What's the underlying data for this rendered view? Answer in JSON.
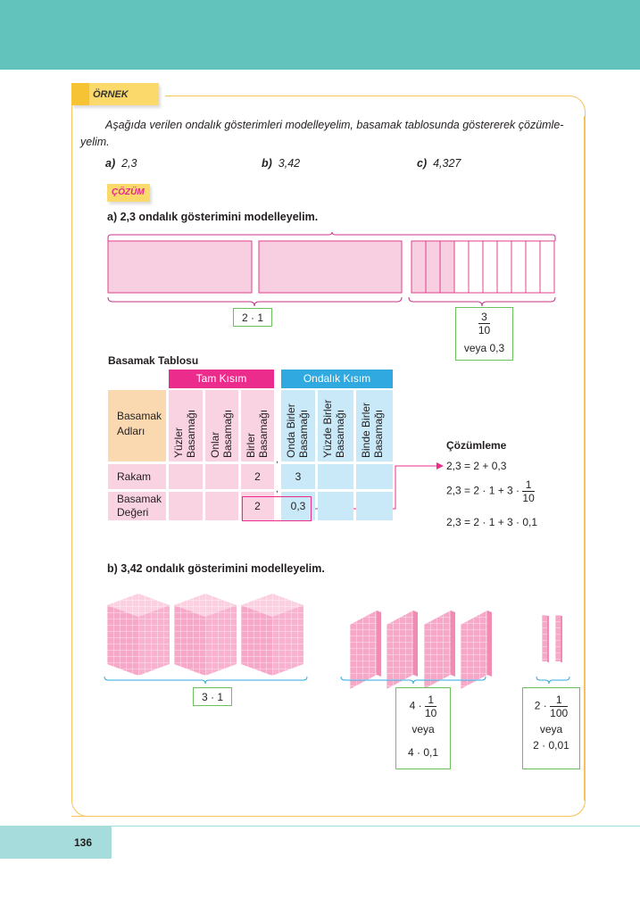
{
  "example_label": "ÖRNEK",
  "solution_label": "ÇÖZÜM",
  "prompt": "Aşağıda verilen ondalık gösterimleri modelleyelim, basamak tablosunda göstererek çözümle-",
  "prompt_cont": "yelim.",
  "items": [
    {
      "letter": "a)",
      "value": "2,3"
    },
    {
      "letter": "b)",
      "value": "3,42"
    },
    {
      "letter": "c)",
      "value": "4,327"
    }
  ],
  "part_a": {
    "title": "a) 2,3 ondalık gösterimini modelleyelim.",
    "whole_label": "2 · 1",
    "tenths": {
      "num": "3",
      "den": "10",
      "alt": "veya 0,3"
    }
  },
  "table": {
    "title": "Basamak Tablosu",
    "whole_header": "Tam Kısım",
    "decimal_header": "Ondalık Kısım",
    "row_names": [
      "Basamak Adları",
      "Rakam",
      "Basamak Değeri"
    ],
    "columns": [
      "Yüzler Basamağı",
      "Onlar Basamağı",
      "Birler Basamağı",
      "Onda Birler Basamağı",
      "Yüzde Birler Basamağı",
      "Binde Birler Basamağı"
    ],
    "rakam": [
      "",
      "",
      "2",
      "3",
      "",
      ""
    ],
    "deger": [
      "",
      "",
      "2",
      "0,3",
      "",
      ""
    ],
    "comma": ","
  },
  "decomposition": {
    "title": "Çözümleme",
    "line1": "2,3 = 2 + 0,3",
    "line2_prefix": "2,3 = 2 · 1 + 3 ·",
    "line2_num": "1",
    "line2_den": "10",
    "line3": "2,3 = 2 · 1 + 3 · 0,1"
  },
  "part_b": {
    "title": "b) 3,42 ondalık gösterimini modelleyelim.",
    "ones_label": "3 · 1",
    "tenths": {
      "prefix": "4 ·",
      "num": "1",
      "den": "10",
      "or": "veya",
      "alt": "4 · 0,1"
    },
    "hundredths": {
      "prefix": "2 ·",
      "num": "1",
      "den": "100",
      "or": "veya",
      "alt": "2 · 0,01"
    }
  },
  "page_number": "136",
  "colors": {
    "band": "#62c3bc",
    "frame": "#f6c35b",
    "pink": "#f9d3e2",
    "magenta": "#ec2c8c",
    "blue": "#2fa9df",
    "green": "#6cc15c"
  }
}
